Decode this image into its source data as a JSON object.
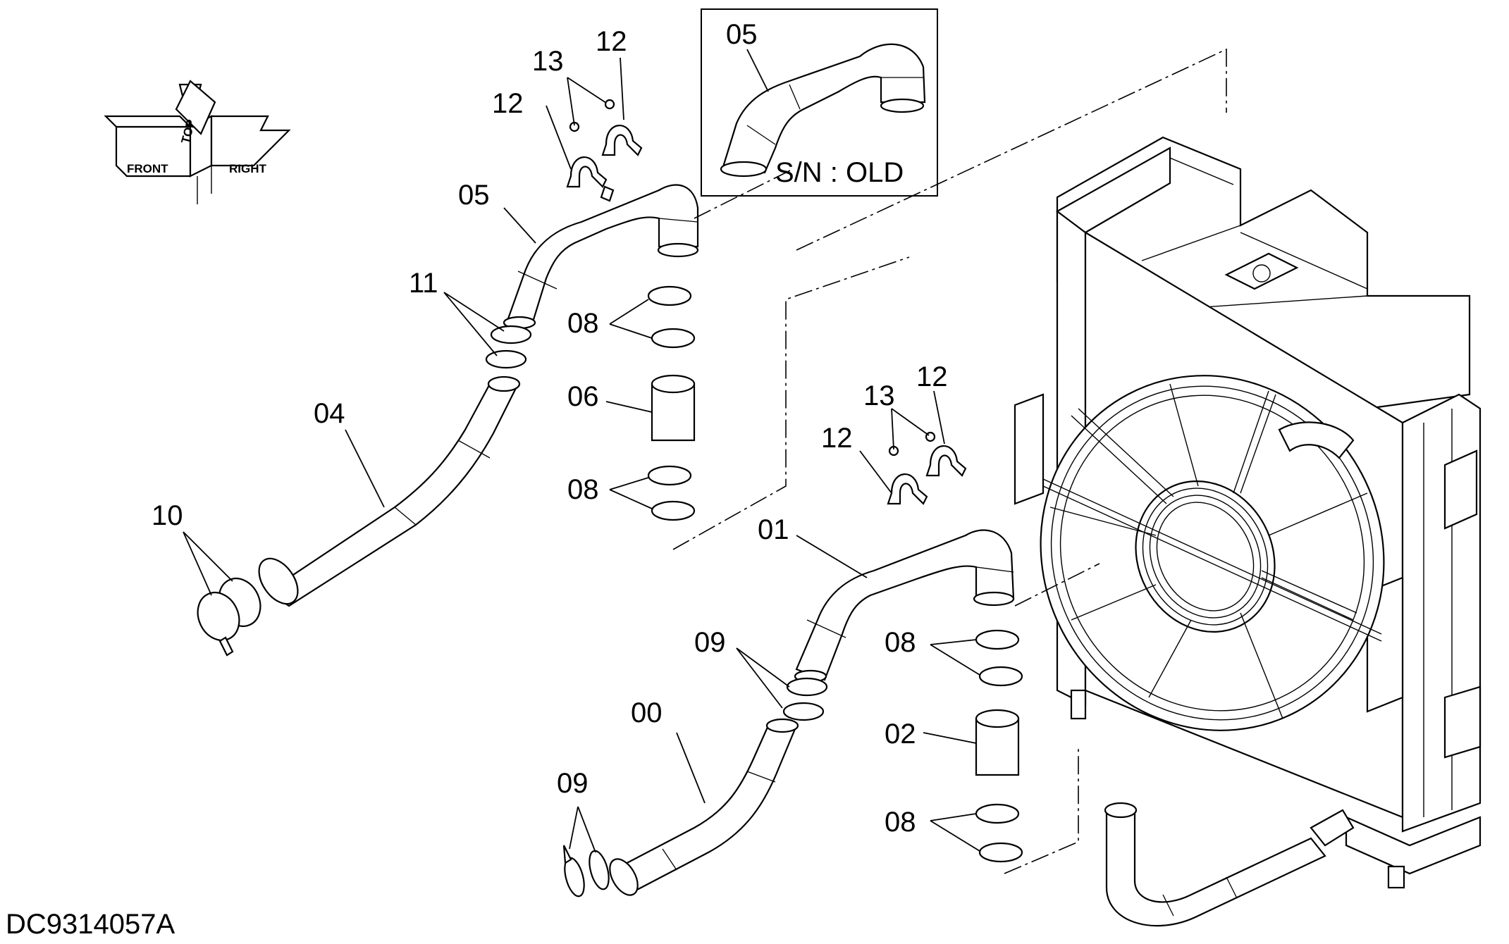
{
  "diagram": {
    "doc_id": "DC9314057A",
    "inset": {
      "label": "05",
      "note": "S/N : OLD"
    },
    "direction_symbol": {
      "top": "TOP",
      "front": "FRONT",
      "right": "RIGHT"
    },
    "callouts": {
      "c00": "00",
      "c01": "01",
      "c02": "02",
      "c04": "04",
      "c05": "05",
      "c06": "06",
      "c08a": "08",
      "c08b": "08",
      "c08c": "08",
      "c08d": "08",
      "c09a": "09",
      "c09b": "09",
      "c10": "10",
      "c11": "11",
      "c12a": "12",
      "c12b": "12",
      "c12c": "12",
      "c12d": "12",
      "c13a": "13",
      "c13b": "13"
    }
  }
}
